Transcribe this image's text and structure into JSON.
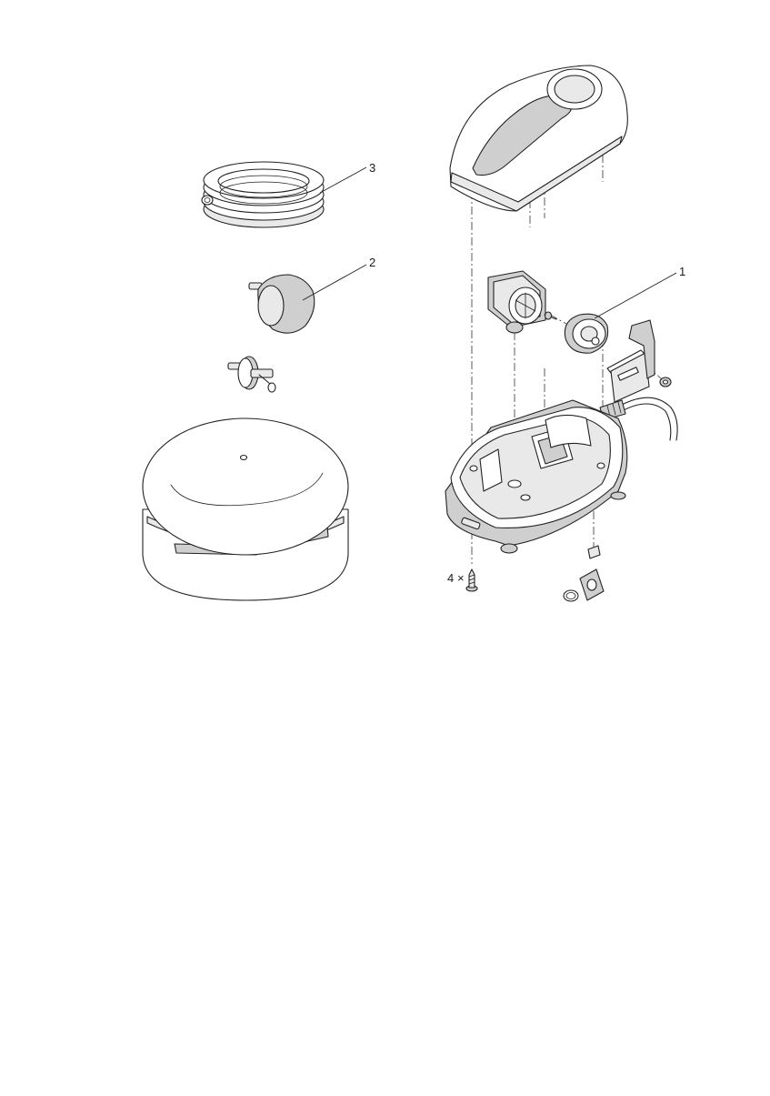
{
  "callouts": {
    "pump_insert": "1",
    "air_stone": "2",
    "air_hose": "3",
    "screws_count": "4",
    "screws_times": "×"
  },
  "colors": {
    "line": "#222222",
    "fill_light": "#e9e9e9",
    "fill_mid": "#cfcfcf",
    "fill_dark": "#9a9a9a"
  }
}
